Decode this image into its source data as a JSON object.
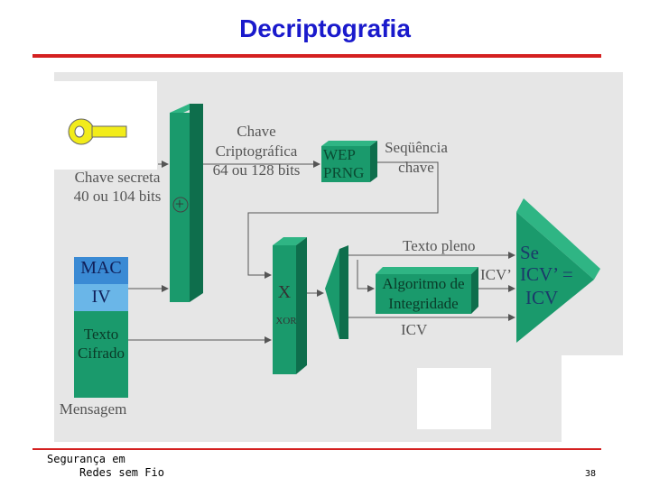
{
  "slide": {
    "title": "Decriptografia",
    "footer_line1": "Segurança em",
    "footer_line2": "Redes sem Fio",
    "page_number": "38"
  },
  "diagram": {
    "chave_label": [
      "Chave",
      "Criptográfica",
      "64 ou 128 bits"
    ],
    "wep_label": [
      "WEP",
      "PRNG"
    ],
    "sequencia_label": [
      "Seqüência",
      "chave"
    ],
    "chave_secreta_label": [
      "Chave secreta",
      "40 ou 104 bits"
    ],
    "plus_symbol": "+",
    "mac_label": "MAC",
    "iv_label": "IV",
    "texto_cifrado_label": [
      "Texto",
      "Cifrado"
    ],
    "mensagem_label": "Mensagem",
    "xor_symbol": "X",
    "xor_label": "XOR",
    "texto_pleno_label": "Texto pleno",
    "algoritmo_label": [
      "Algoritmo de",
      "Integridade"
    ],
    "icv_prime_label": "ICV’",
    "icv_label": "ICV",
    "compare_label": [
      "Se",
      "ICV’ =",
      "ICV"
    ]
  },
  "colors": {
    "title": "#1a1acc",
    "rule": "#d42020",
    "green": "#1a9a6c",
    "green_dark": "#0e6e4c",
    "key": "#f2ec1a",
    "mac_box": "#3a8ad4",
    "iv_box": "#6ab6e8"
  }
}
